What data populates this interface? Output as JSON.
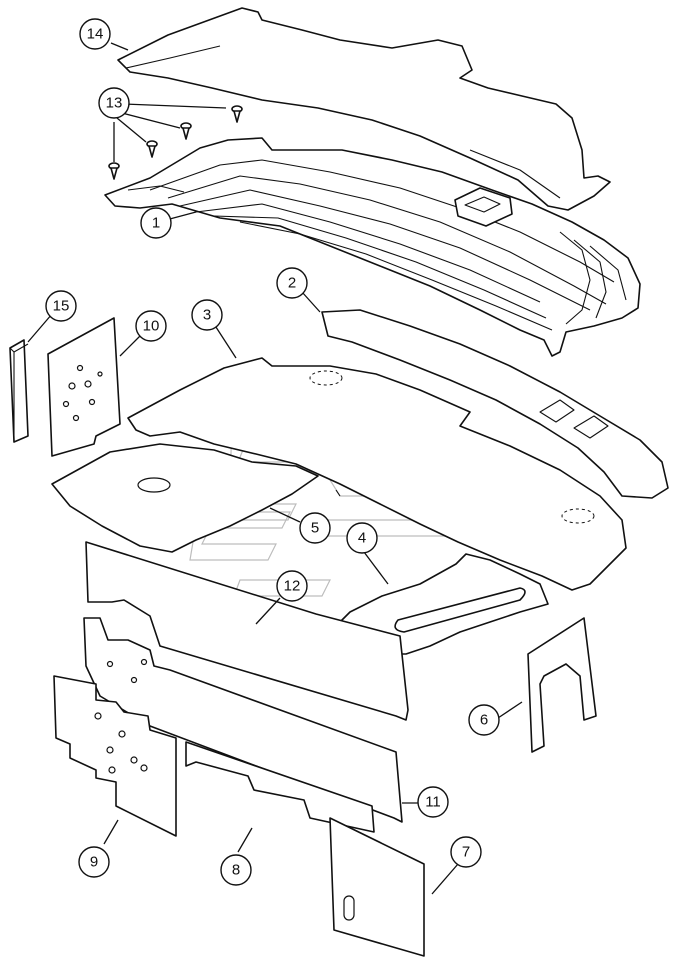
{
  "diagram": {
    "callouts": {
      "c1": "1",
      "c2": "2",
      "c3": "3",
      "c4": "4",
      "c5": "5",
      "c6": "6",
      "c7": "7",
      "c8": "8",
      "c9": "9",
      "c10": "10",
      "c11": "11",
      "c12": "12",
      "c13": "13",
      "c14": "14",
      "c15": "15"
    }
  },
  "colors": {
    "line": "#111111",
    "background": "#ffffff",
    "watermark": "#bdbdbd"
  }
}
